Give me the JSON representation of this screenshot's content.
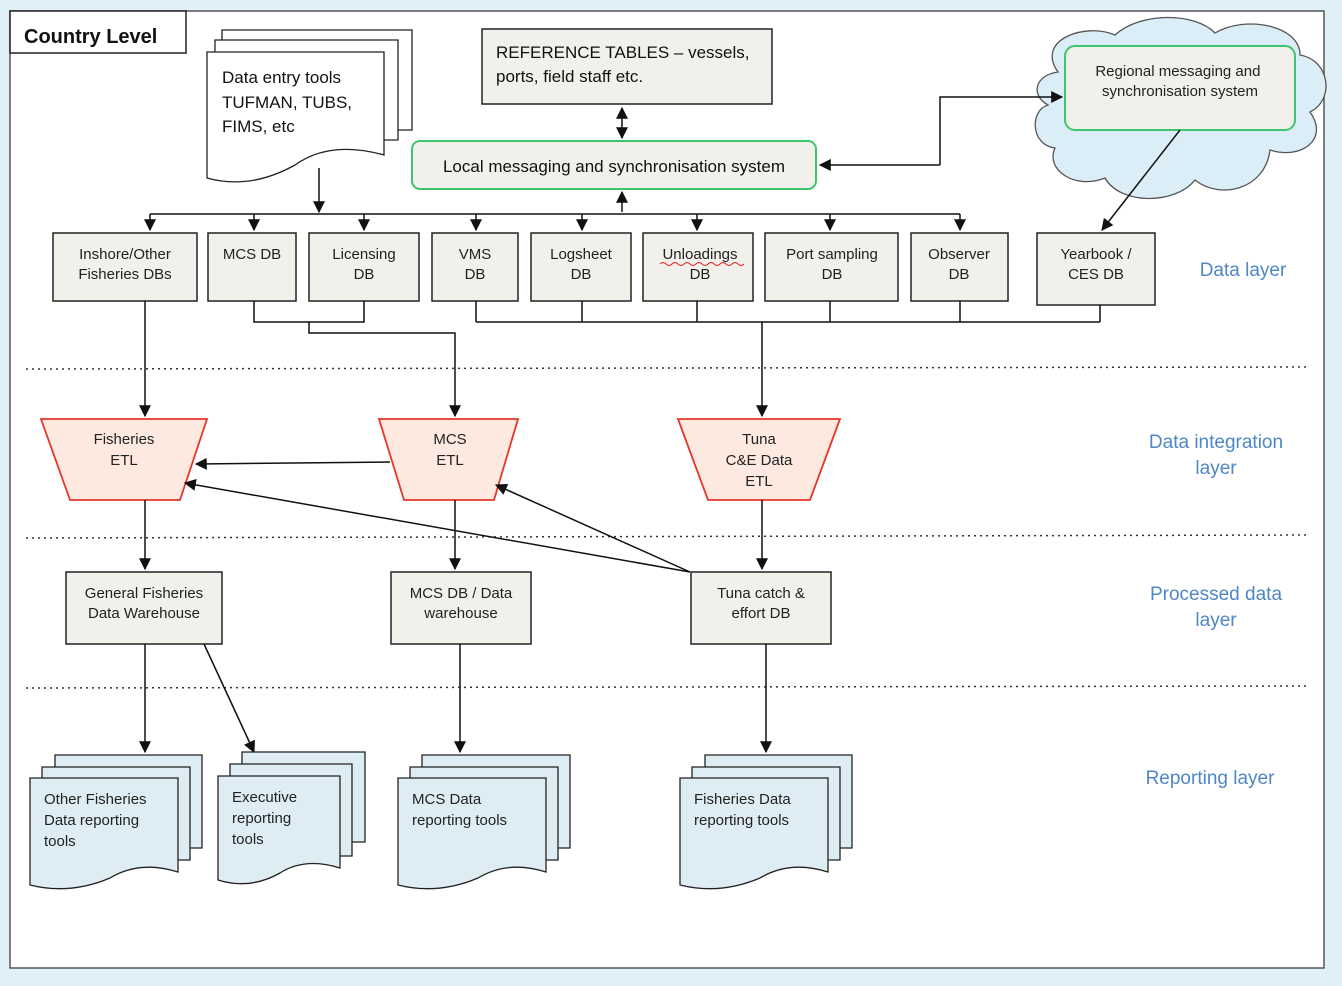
{
  "title": "Country Level",
  "data_entry": [
    "Data entry tools",
    "TUFMAN, TUBS,",
    "FIMS, etc"
  ],
  "reference_tables": [
    "REFERENCE TABLES – vessels,",
    "ports, field staff etc."
  ],
  "regional_system": [
    "Regional messaging and",
    "synchronisation system"
  ],
  "local_system": "Local messaging and synchronisation system",
  "databases": {
    "inshore": [
      "Inshore/Other",
      "Fisheries DBs"
    ],
    "mcs": [
      "MCS DB"
    ],
    "licensing": [
      "Licensing",
      "DB"
    ],
    "vms": [
      "VMS",
      "DB"
    ],
    "logsheet": [
      "Logsheet",
      "DB"
    ],
    "unloadings": [
      "Unloadings",
      "DB"
    ],
    "port_sampling": [
      "Port sampling",
      "DB"
    ],
    "observer": [
      "Observer",
      "DB"
    ],
    "yearbook": [
      "Yearbook /",
      "CES DB"
    ]
  },
  "etl": {
    "fisheries": [
      "Fisheries",
      "ETL"
    ],
    "mcs": [
      "MCS",
      "ETL"
    ],
    "tuna": [
      "Tuna",
      "C&E Data",
      "ETL"
    ]
  },
  "warehouses": {
    "general": [
      "General Fisheries",
      "Data Warehouse"
    ],
    "mcs": [
      "MCS DB / Data",
      "warehouse"
    ],
    "tuna": [
      "Tuna catch &",
      "effort DB"
    ]
  },
  "reports": {
    "other": [
      "Other Fisheries",
      "Data reporting",
      "tools"
    ],
    "executive": [
      "Executive",
      "reporting",
      "tools"
    ],
    "mcs": [
      "MCS  Data",
      "reporting tools"
    ],
    "fisheries": [
      "Fisheries  Data",
      "reporting tools"
    ]
  },
  "layers": {
    "data": [
      "Data layer"
    ],
    "integration": [
      "Data integration",
      "layer"
    ],
    "processed": [
      "Processed data",
      "layer"
    ],
    "reporting": [
      "Reporting layer"
    ]
  },
  "colors": {
    "box_fill": "#f2f0eb",
    "etl_fill": "#fde9df",
    "etl_stroke": "#e8352b",
    "green_stroke": "#3ec46d",
    "report_fill": "#deedf4",
    "layer_text": "#4f86c6",
    "background": "#dff0f7"
  }
}
